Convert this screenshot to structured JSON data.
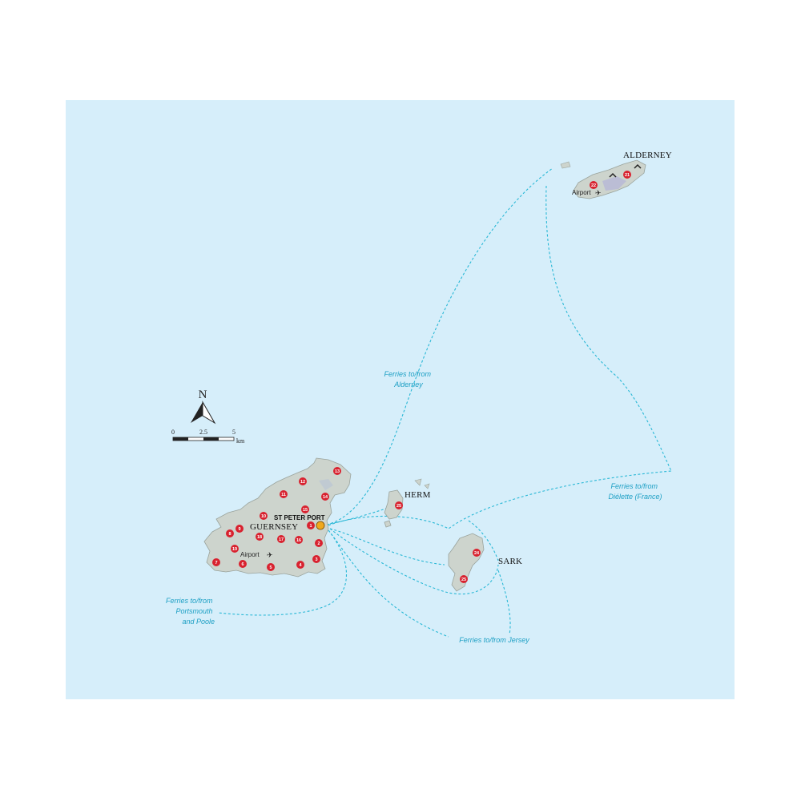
{
  "colors": {
    "sea": "#d6eefa",
    "land": "#cdd4cd",
    "land_stroke": "#9aa39c",
    "alderney_patch": "#b7b9d6",
    "route": "#2ab8d6",
    "pin": "#d8222f",
    "capital": "#f0a81c"
  },
  "islands": {
    "guernsey": "GUERNSEY",
    "herm": "HERM",
    "sark": "SARK",
    "alderney": "ALDERNEY"
  },
  "towns": {
    "st_peter_port": "ST PETER PORT"
  },
  "airports": {
    "guernsey": "Airport",
    "alderney": "Airport"
  },
  "ferry_labels": {
    "alderney": [
      "Ferries to/from",
      "Alderney"
    ],
    "dielette": [
      "Ferries to/from",
      "Diélette (France)"
    ],
    "portsmouth": [
      "Ferries to/from",
      "Portsmouth",
      "and Poole"
    ],
    "jersey": [
      "Ferries to/from Jersey"
    ]
  },
  "scale": {
    "ticks": [
      "0",
      "2.5",
      "5"
    ],
    "unit": "km"
  },
  "north": "N",
  "pins": [
    "1",
    "2",
    "3",
    "4",
    "5",
    "6",
    "7",
    "8",
    "9",
    "10",
    "11",
    "12",
    "13",
    "14",
    "15",
    "16",
    "17",
    "18",
    "19",
    "21",
    "22",
    "24",
    "25",
    "25"
  ]
}
